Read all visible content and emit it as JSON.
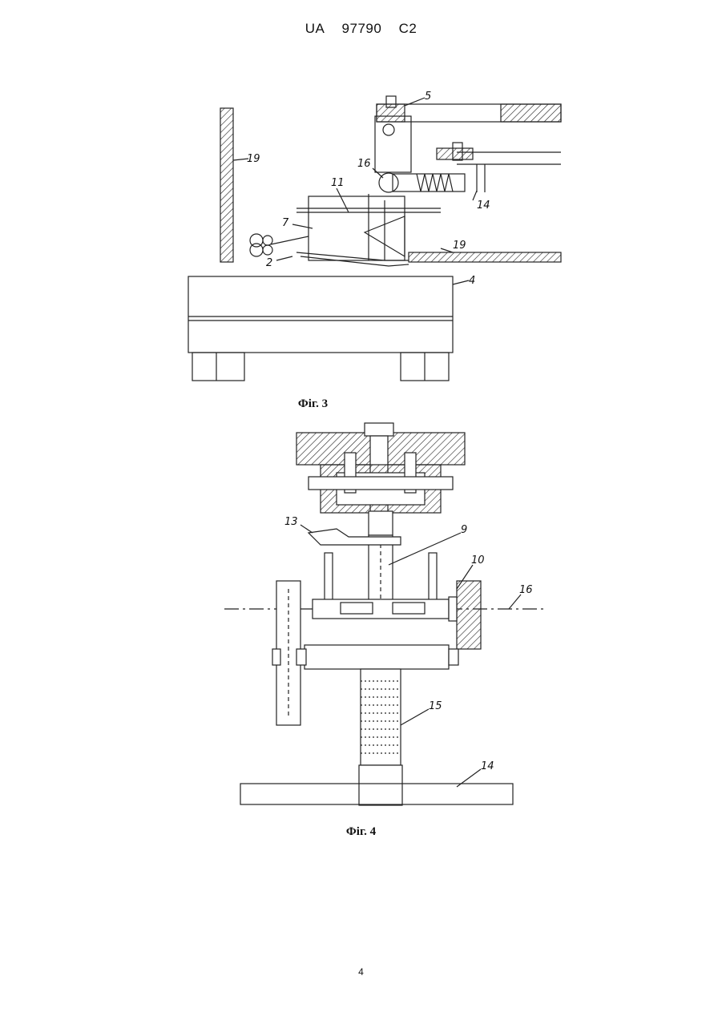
{
  "header": {
    "country": "UA",
    "number": "97790",
    "kind": "C2"
  },
  "figure3": {
    "caption": "Фіг. 3",
    "labels": [
      "5",
      "19",
      "16",
      "11",
      "7",
      "2",
      "14",
      "19",
      "4"
    ]
  },
  "figure4": {
    "caption": "Фіг. 4",
    "labels": [
      "13",
      "9",
      "10",
      "16",
      "15",
      "14"
    ]
  },
  "page_number": "4"
}
